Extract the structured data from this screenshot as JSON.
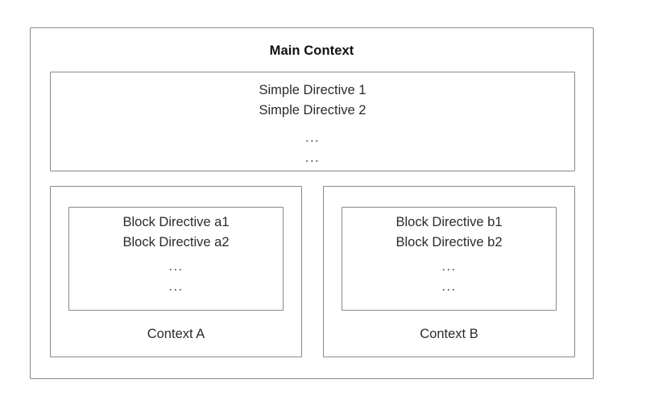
{
  "diagram": {
    "title": "Main Context",
    "simple_directives": {
      "name": "simple-directives-block",
      "lines": [
        "Simple Directive 1",
        "Simple Directive 2"
      ],
      "ellipsis_1": "...",
      "ellipsis_2": "..."
    },
    "contexts": [
      {
        "label": "Context A",
        "lines": [
          "Block Directive a1",
          "Block Directive a2"
        ],
        "ellipsis_1": "...",
        "ellipsis_2": "..."
      },
      {
        "label": "Context B",
        "lines": [
          "Block Directive b1",
          "Block Directive b2"
        ],
        "ellipsis_1": "...",
        "ellipsis_2": "..."
      }
    ]
  },
  "style": {
    "background": "#ffffff",
    "border_color": "#8a8a8a",
    "text_color": "#2b2b2b",
    "title_color": "#111111"
  }
}
